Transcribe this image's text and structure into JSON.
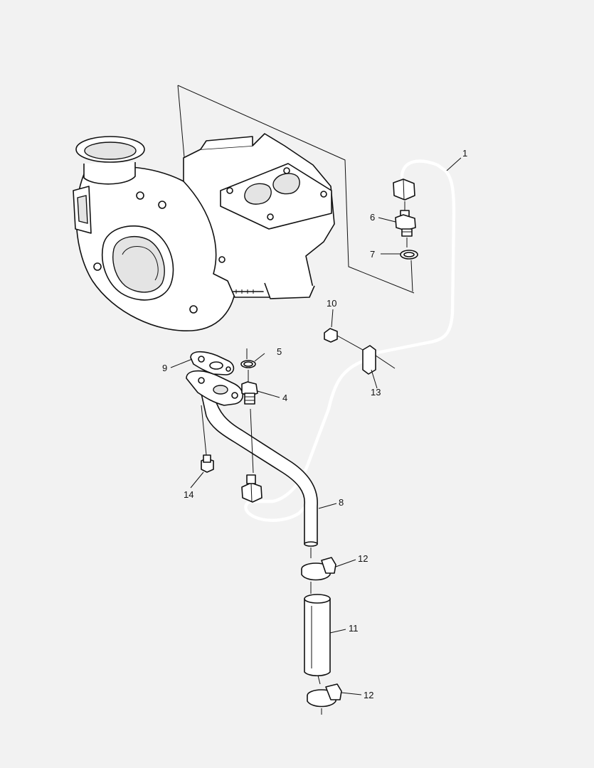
{
  "callouts": [
    {
      "id": "1",
      "label": "1"
    },
    {
      "id": "4",
      "label": "4"
    },
    {
      "id": "5",
      "label": "5"
    },
    {
      "id": "6",
      "label": "6"
    },
    {
      "id": "7",
      "label": "7"
    },
    {
      "id": "8",
      "label": "8"
    },
    {
      "id": "9",
      "label": "9"
    },
    {
      "id": "10",
      "label": "10"
    },
    {
      "id": "11",
      "label": "11"
    },
    {
      "id": "12a",
      "label": "12"
    },
    {
      "id": "12b",
      "label": "12"
    },
    {
      "id": "13",
      "label": "13"
    },
    {
      "id": "14",
      "label": "14"
    }
  ]
}
